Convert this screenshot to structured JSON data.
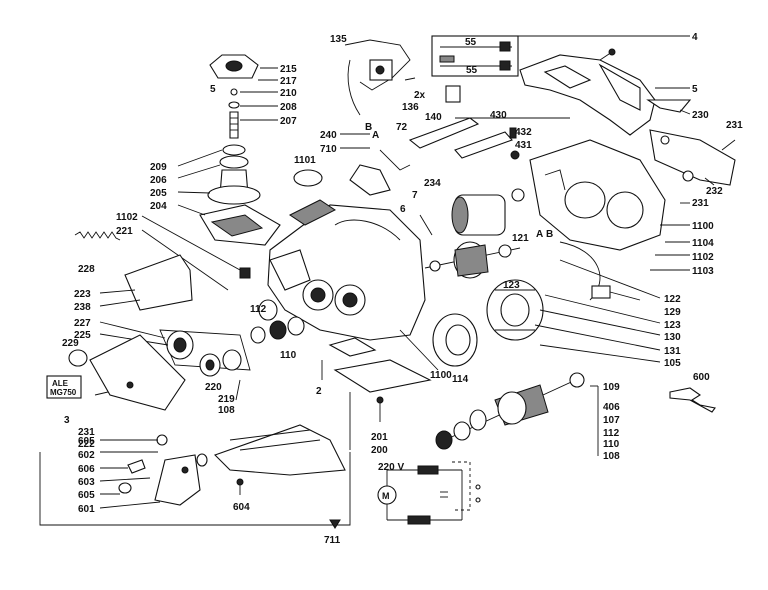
{
  "labels": {
    "p4": "4",
    "p5": "5",
    "p55a": "55",
    "p55b": "55",
    "p135": "135",
    "p136": "136",
    "p2x": "2x",
    "p140": "140",
    "p215": "215",
    "p217": "217",
    "p210": "210",
    "p208": "208",
    "p207": "207",
    "p209": "209",
    "p206": "206",
    "p205": "205",
    "p204": "204",
    "p1102a": "1102",
    "p221": "221",
    "p228": "228",
    "p223": "223",
    "p238": "238",
    "p227": "227",
    "p225": "225",
    "p229": "229",
    "p3": "3",
    "p231a": "231",
    "p222": "222",
    "p605a": "605",
    "p602": "602",
    "p606": "606",
    "p603": "603",
    "p605b": "605",
    "p601": "601",
    "p711": "711",
    "p604": "604",
    "p200": "200",
    "p201": "201",
    "p2": "2",
    "p112a": "112",
    "p110a": "110",
    "p220": "220",
    "p219": "219",
    "p108a": "108",
    "p240": "240",
    "p710": "710",
    "pA1": "A",
    "pB1": "B",
    "p72": "72",
    "p1101": "1101",
    "p430": "430",
    "p432": "432",
    "p431": "431",
    "p234": "234",
    "p7": "7",
    "p6": "6",
    "p230": "230",
    "p231b": "231",
    "p232": "232",
    "p231c": "231",
    "p1100a": "1100",
    "p1104": "1104",
    "p1102b": "1102",
    "p1103": "1103",
    "p121": "121",
    "pA2": "A",
    "pB2": "B",
    "p123a": "123",
    "p122": "122",
    "p129": "129",
    "p123b": "123",
    "p130": "130",
    "p131": "131",
    "p105": "105",
    "p114": "114",
    "p1100b": "1100",
    "p109": "109",
    "p406": "406",
    "p107": "107",
    "p112b": "112",
    "p110b": "110",
    "p108b": "108",
    "p600": "600",
    "voltage": "220 V"
  },
  "nameplate": {
    "line1": "ALE",
    "line2": "MG750"
  }
}
